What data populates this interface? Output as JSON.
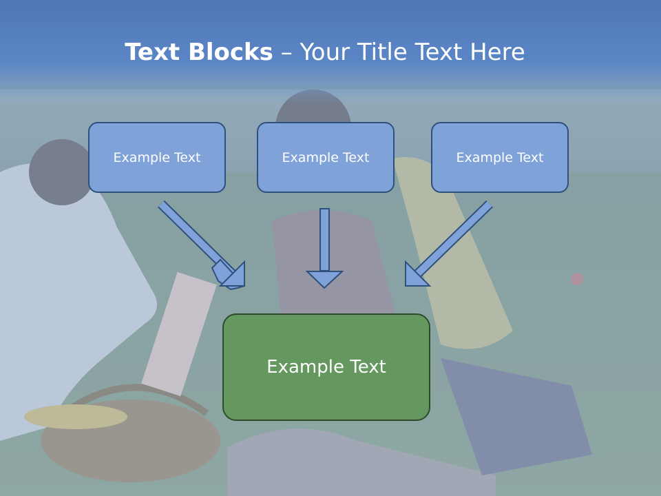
{
  "slide": {
    "title_bold": "Text Blocks",
    "title_separator": " – ",
    "title_rest": "Your Title Text Here"
  },
  "blocks": [
    {
      "label": "Example Text"
    },
    {
      "label": "Example Text"
    },
    {
      "label": "Example Text"
    }
  ],
  "target": {
    "label": "Example Text"
  },
  "colors": {
    "title_bar": "#5b86c6",
    "block_fill": "#7fa2d8",
    "block_border": "#2f4f7c",
    "target_fill": "#64985f",
    "target_border": "#2d4a2a",
    "arrow_fill": "#7fa2d8"
  }
}
